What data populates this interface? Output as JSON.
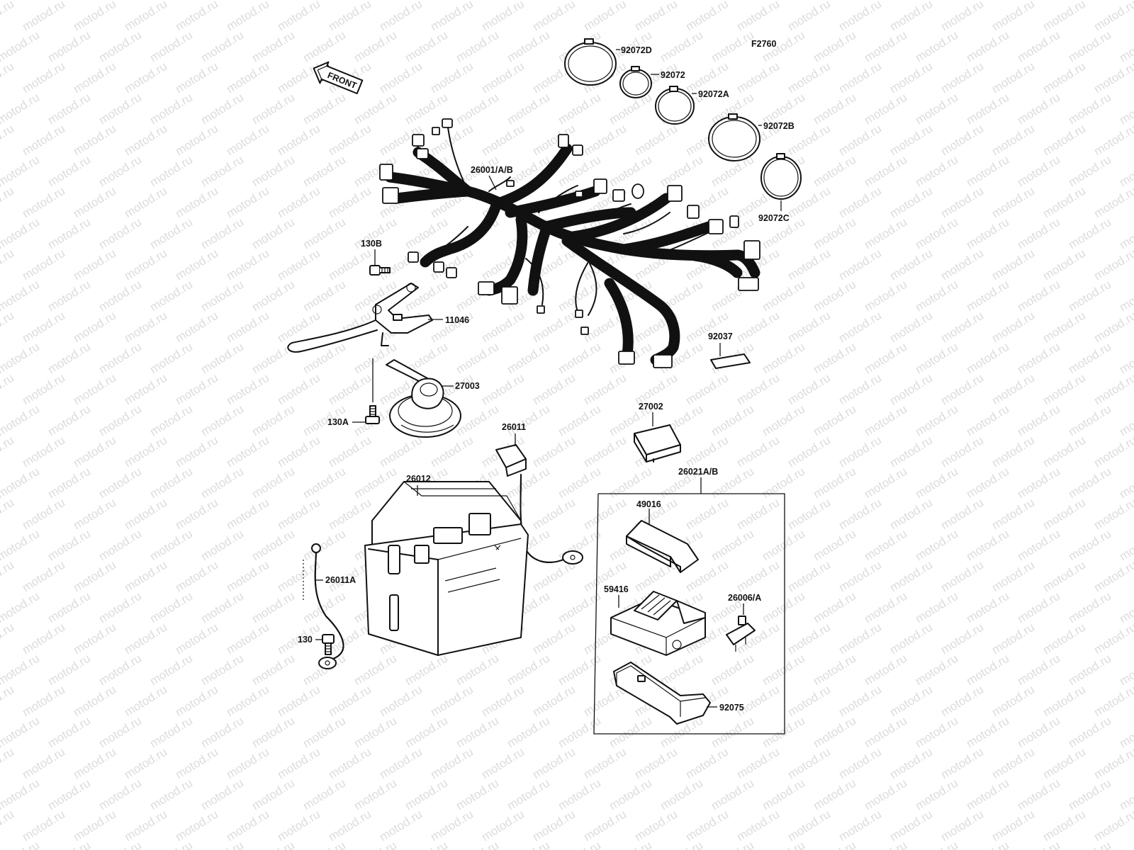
{
  "figure_code": "F2760",
  "watermark": "motod.ru",
  "front_label": "FRONT",
  "parts": {
    "clamp_d": "92072D",
    "clamp": "92072",
    "clamp_a": "92072A",
    "clamp_b": "92072B",
    "clamp_c": "92072C",
    "harness": "26001/A/B",
    "bolt_b": "130B",
    "bracket": "11046",
    "horn": "27003",
    "bolt_a": "130A",
    "strap": "92037",
    "relay": "27002",
    "cable_pos": "26011",
    "battery": "26012",
    "fuse_box_assy": "26021A/B",
    "cover_top": "49016",
    "fuse_box": "59416",
    "fuse": "26006/A",
    "cable_neg": "26011A",
    "bolt": "130",
    "cover_bottom": "92075"
  }
}
